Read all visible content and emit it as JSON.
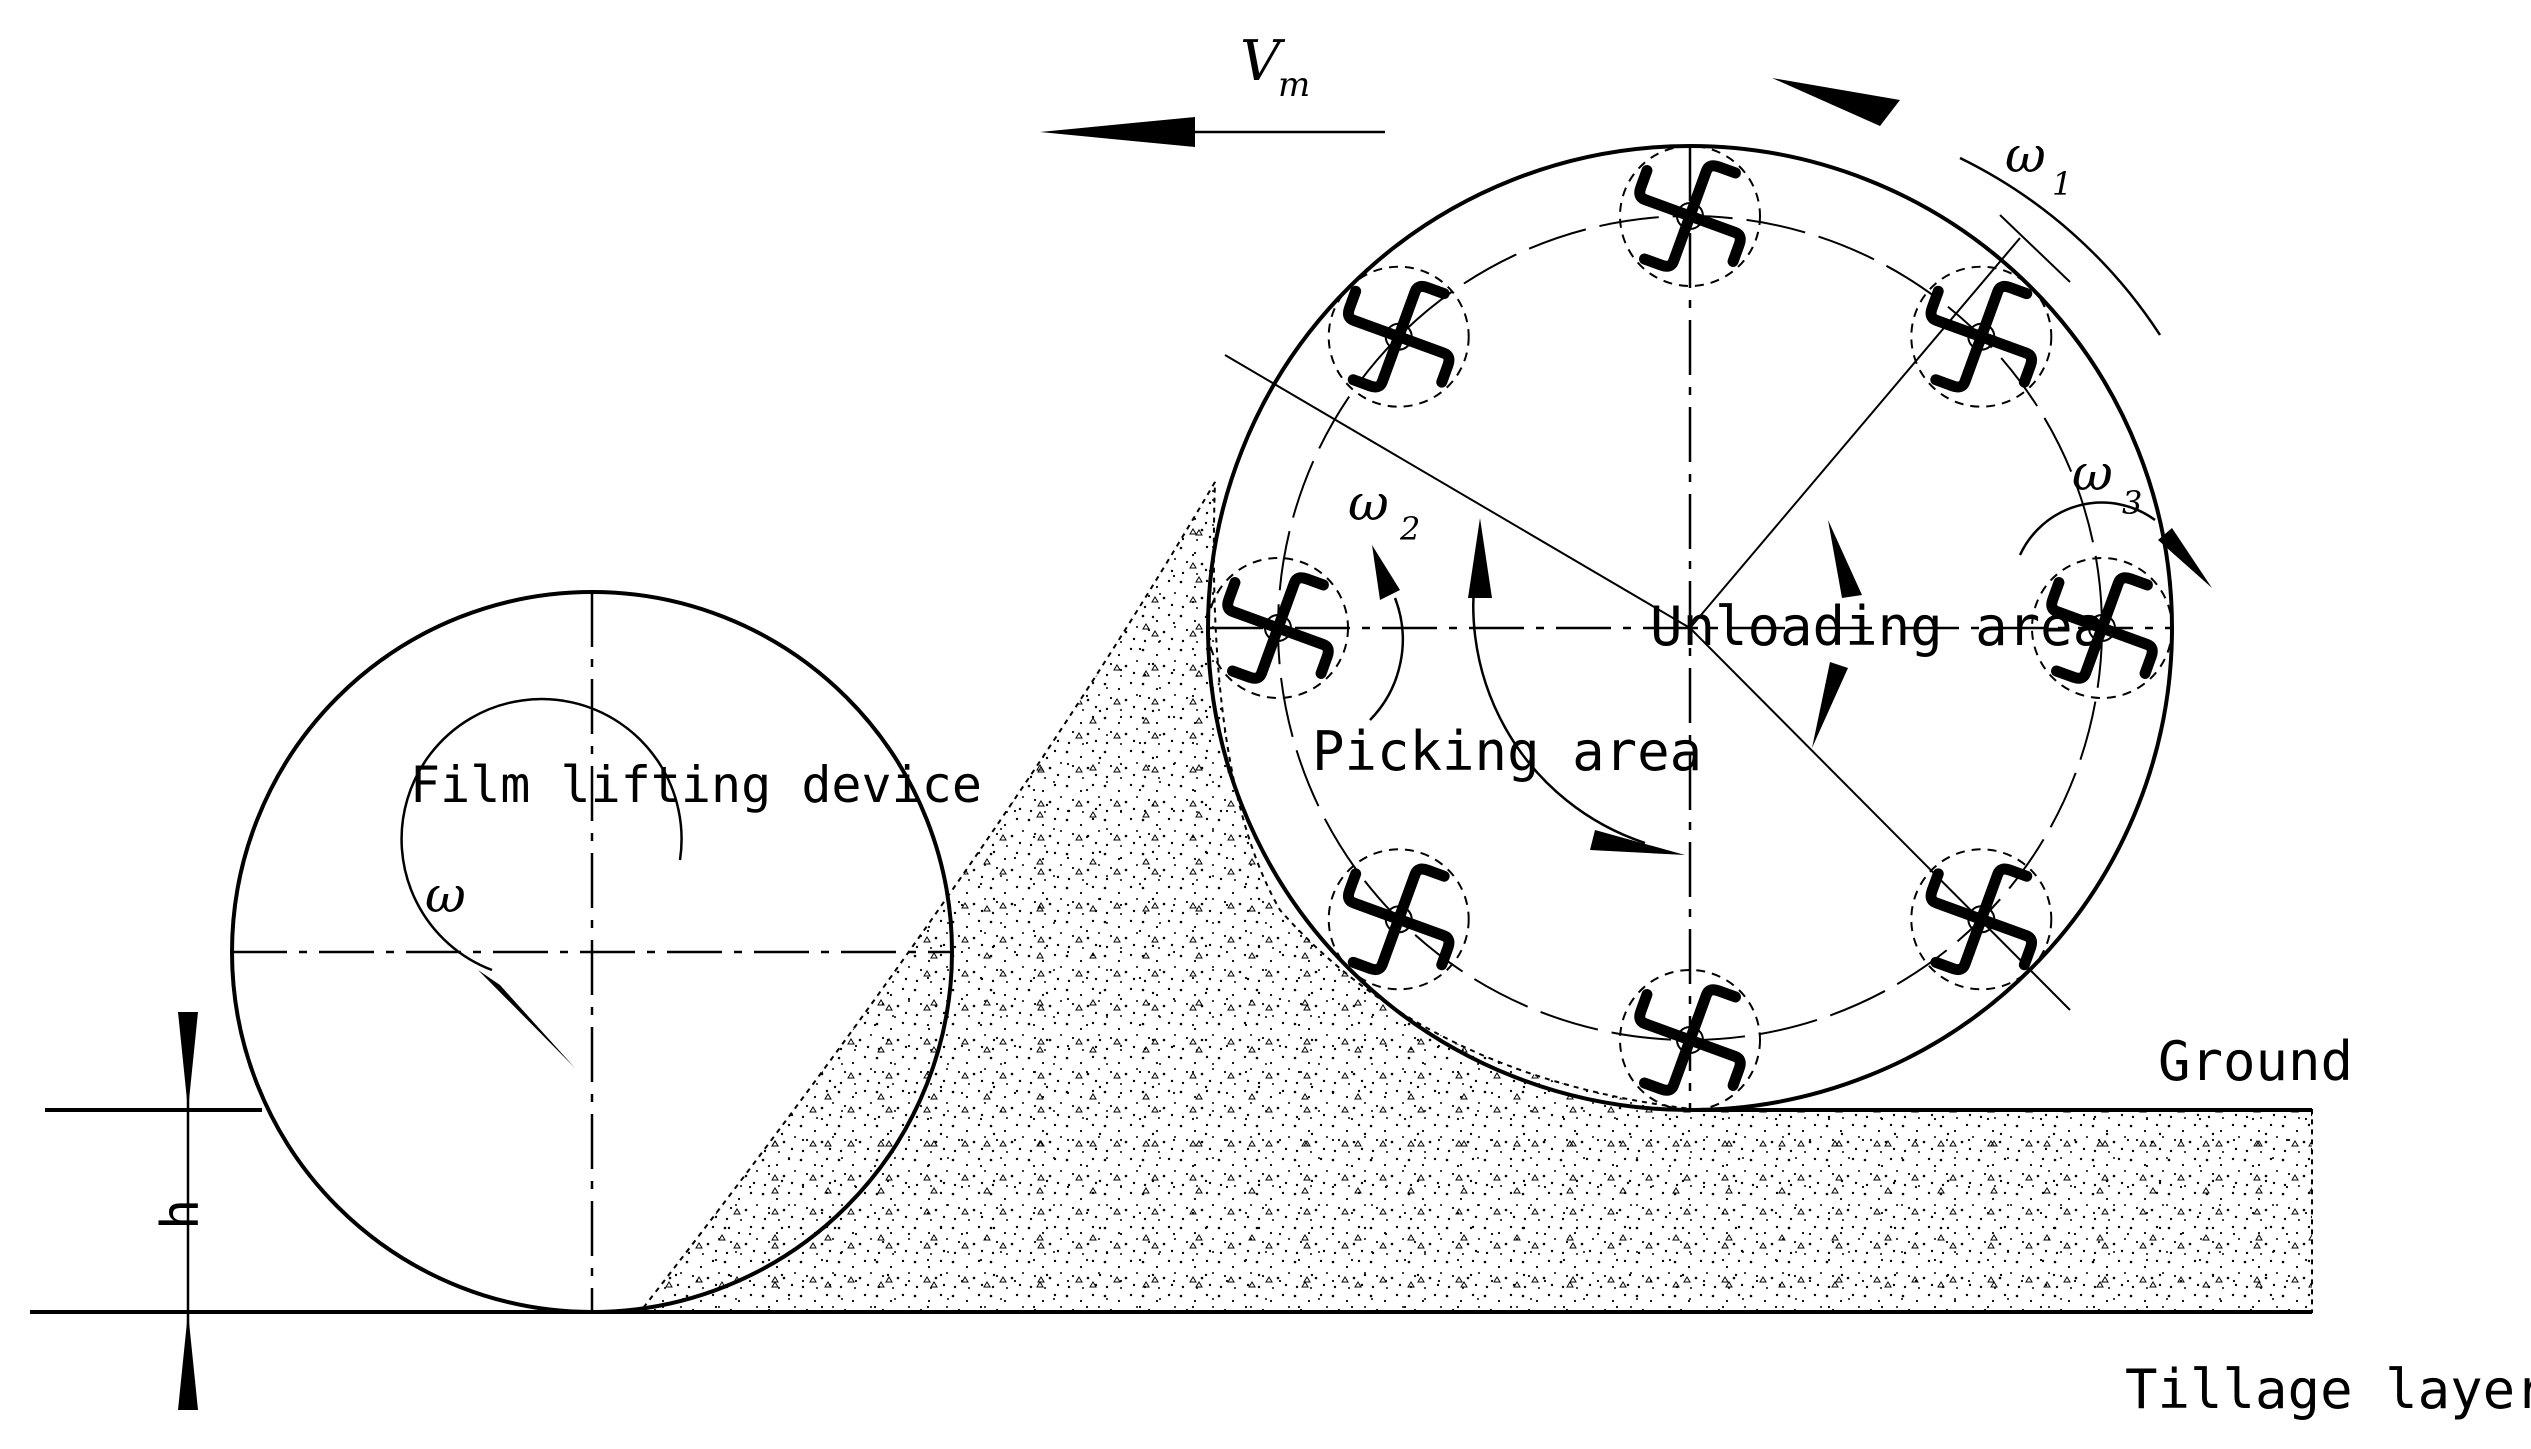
{
  "labels": {
    "film_lifting_device": "Film lifting device",
    "picking_area": "Picking area",
    "unloading_area": "Unloading area",
    "ground": "Ground",
    "tillage_layer": "Tillage layer",
    "h": "h"
  },
  "symbols": {
    "velocity": "V",
    "velocity_sub": "m",
    "omega": "ω",
    "omega_1_sub": "1",
    "omega_2_sub": "2",
    "omega_3_sub": "3"
  },
  "colors": {
    "ink": "#000000",
    "background": "#ffffff"
  }
}
